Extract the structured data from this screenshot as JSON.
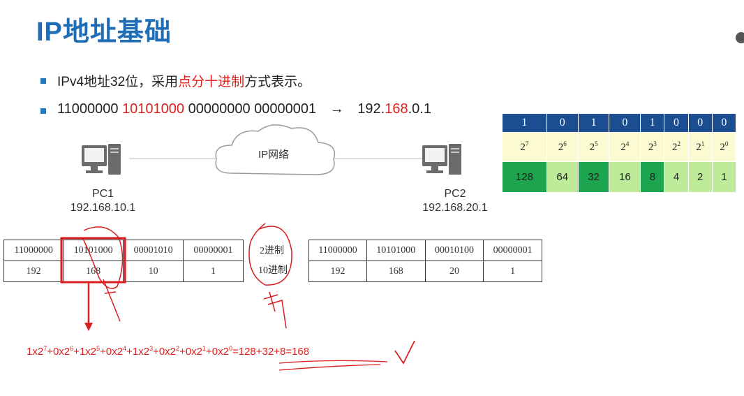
{
  "title": "IP地址基础",
  "bullet1": {
    "pre": "IPv4地址32位，采用",
    "highlight": "点分十进制",
    "post": "方式表示。"
  },
  "bullet2": {
    "b1": "11000000",
    "b2": "10101000",
    "b3": "00000000",
    "b4": "00000001",
    "arrow": "→",
    "d1": "192.",
    "d2": "168",
    "d3": ".0.1"
  },
  "network": {
    "cloud_label": "IP网络",
    "pc1": {
      "name": "PC1",
      "ip": "192.168.10.1"
    },
    "pc2": {
      "name": "PC2",
      "ip": "192.168.20.1"
    }
  },
  "bit_table": {
    "bits": [
      "1",
      "0",
      "1",
      "0",
      "1",
      "0",
      "0",
      "0"
    ],
    "powers": [
      "7",
      "6",
      "5",
      "4",
      "3",
      "2",
      "1",
      "0"
    ],
    "power_base": "2",
    "values": [
      "128",
      "64",
      "32",
      "16",
      "8",
      "4",
      "2",
      "1"
    ]
  },
  "ip_table_1": {
    "binary": [
      "11000000",
      "10101000",
      "00001010",
      "00000001"
    ],
    "decimal": [
      "192",
      "168",
      "10",
      "1"
    ]
  },
  "ip_table_2": {
    "binary": [
      "11000000",
      "10101000",
      "00010100",
      "00000001"
    ],
    "decimal": [
      "192",
      "168",
      "20",
      "1"
    ]
  },
  "notes": {
    "binary": "2进制",
    "decimal": "10进制"
  },
  "formula": {
    "terms": [
      {
        "c": "1x2",
        "e": "7",
        "s": "+"
      },
      {
        "c": "0x2",
        "e": "6",
        "s": "+"
      },
      {
        "c": "1x2",
        "e": "5",
        "s": "+"
      },
      {
        "c": "0x2",
        "e": "4",
        "s": "+"
      },
      {
        "c": "1x2",
        "e": "3",
        "s": "+"
      },
      {
        "c": "0x2",
        "e": "2",
        "s": "+"
      },
      {
        "c": "0x2",
        "e": "1",
        "s": "+"
      },
      {
        "c": "0x2",
        "e": "0",
        "s": ""
      }
    ],
    "result": "=128+32+8=168"
  },
  "colors": {
    "title": "#1f6db4",
    "accent_red": "#e01e1e",
    "table_header": "#1a4e91",
    "green_dark": "#1ca44f",
    "green_light": "#bdeb9a"
  }
}
